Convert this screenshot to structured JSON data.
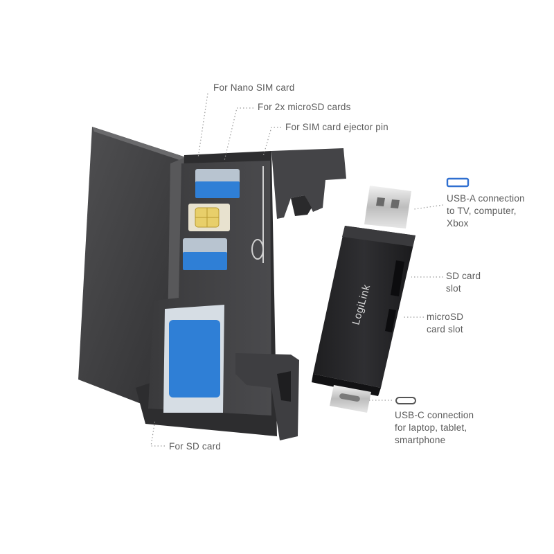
{
  "labels": {
    "nano_sim": "For Nano SIM card",
    "microsd_cards": "For 2x microSD cards",
    "ejector_pin": "For SIM card ejector pin",
    "sd_card": "For SD card",
    "usb_a": [
      "USB-A connection",
      "to TV, computer,",
      "Xbox"
    ],
    "sd_slot": [
      "SD card",
      "slot"
    ],
    "microsd_slot": [
      "microSD",
      "card slot"
    ],
    "usb_c": [
      "USB-C connection",
      "for laptop, tablet,",
      "smartphone"
    ]
  },
  "brand": "LogiLink",
  "colors": {
    "case_dark": "#3d3d3f",
    "card_blue": "#2f7fd6",
    "sim_gold": "#e8cf6a",
    "usb_a_icon": "#2f6fd0",
    "leader_dots": "#9a9a9a"
  }
}
